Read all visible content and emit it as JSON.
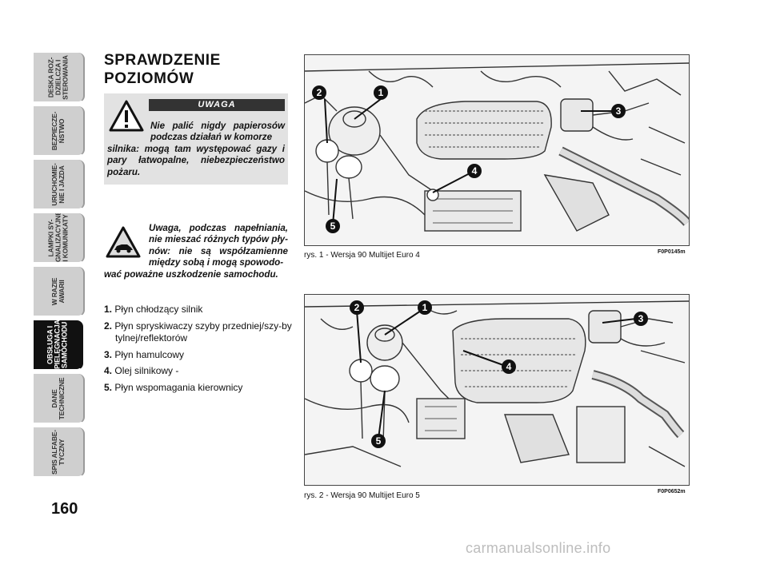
{
  "side_tabs": [
    {
      "label": "DESKA ROZ-\nDZIELCZA I\nSTEROWANIA",
      "active": false
    },
    {
      "label": "BEZPIECZE-\nŃSTWO",
      "active": false
    },
    {
      "label": "URUCHOMIE-\nNIE I JAZDA",
      "active": false
    },
    {
      "label": "LAMPKI SY-\nGNALIZACYJNE\nI KOMUNIKATY",
      "active": false
    },
    {
      "label": "W RAZIE\nAWARII",
      "active": false
    },
    {
      "label": "OBSŁUGA I\nPIELĘGNACJA\nSAMOCHODU",
      "active": true
    },
    {
      "label": "DANE\nTECHNICZNE",
      "active": false
    },
    {
      "label": "SPIS ALFABE-\nTYCZNY",
      "active": false
    }
  ],
  "page_number": "160",
  "heading": "SPRAWDZENIE\nPOZIOMÓW",
  "warning": {
    "title": "UWAGA",
    "text_indented": "Nie palić nigdy papierosów podczas działań w komorze",
    "text_rest": "silnika: mogą tam występować gazy i pary łatwopalne, niebezpieczeństwo pożaru."
  },
  "caution": {
    "text_indented": "Uwaga, podczas napełniania, nie mieszać różnych typów pły-nów: nie są współzamienne między sobą i mogą spowodo-",
    "text_rest": "wać poważne uszkodzenie samochodu."
  },
  "items": [
    {
      "num": "1.",
      "text": "Płyn chłodzący silnik"
    },
    {
      "num": "2.",
      "text": "Płyn spryskiwaczy szyby przedniej/szy-by tylnej/reflektorów"
    },
    {
      "num": "3.",
      "text": "Płyn hamulcowy"
    },
    {
      "num": "4.",
      "text": "Olej silnikowy -"
    },
    {
      "num": "5.",
      "text": "Płyn wspomagania kierownicy"
    }
  ],
  "figures": [
    {
      "caption": "rys. 1 - Wersja 90 Multijet Euro 4",
      "code": "F0P0145m",
      "callouts": [
        "1",
        "2",
        "3",
        "4",
        "5"
      ]
    },
    {
      "caption": "rys. 2 - Wersja 90 Multijet Euro 5",
      "code": "F0P0652m",
      "callouts": [
        "1",
        "2",
        "3",
        "4",
        "5"
      ]
    }
  ],
  "watermark": "carmanualsonline.info"
}
